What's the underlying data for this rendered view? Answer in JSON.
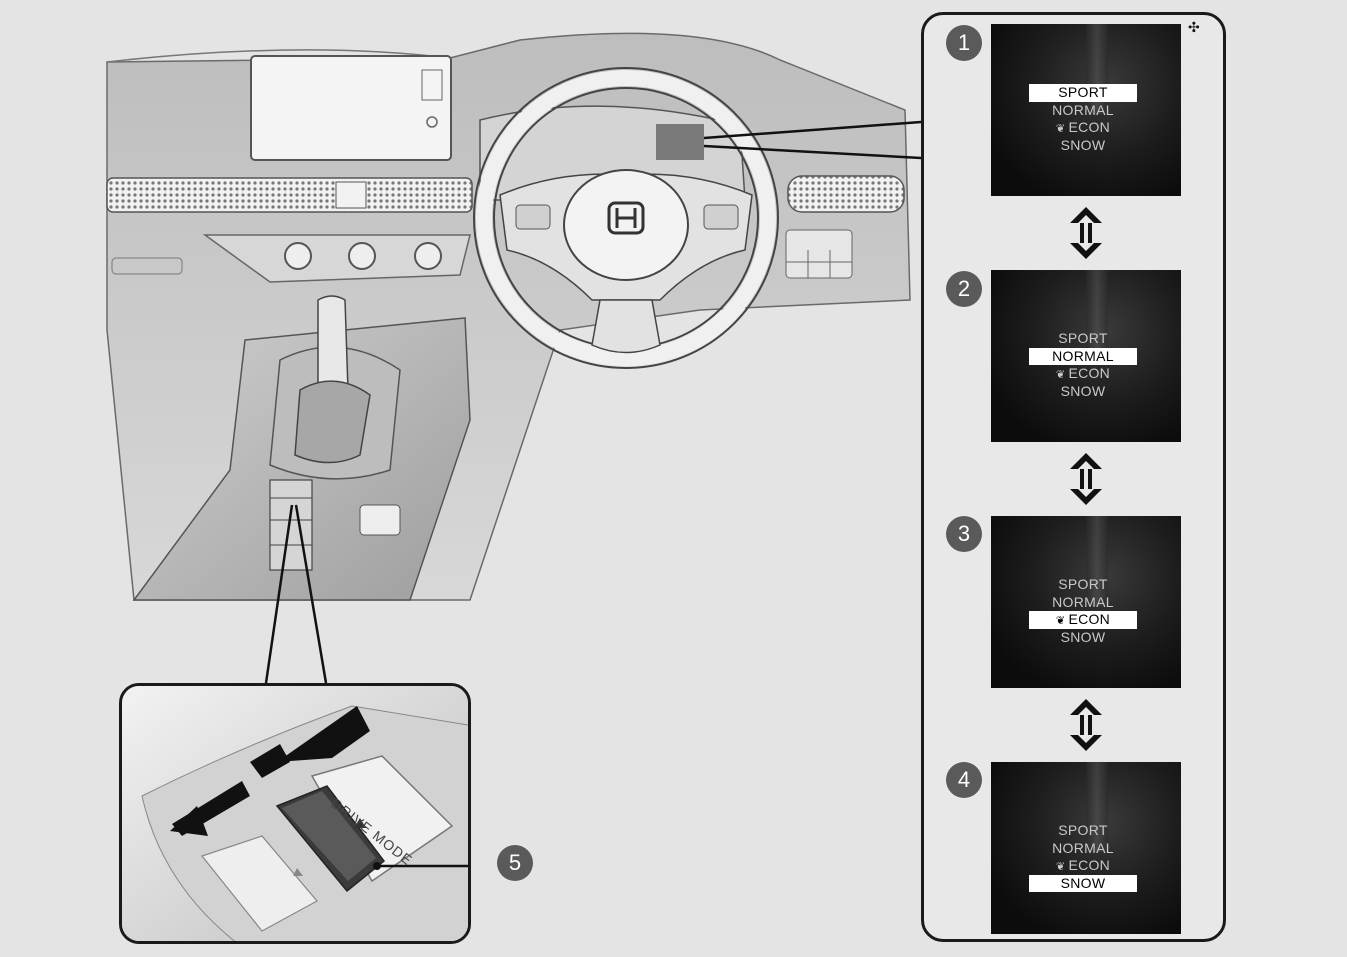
{
  "drive_modes": [
    "SPORT",
    "NORMAL",
    "ECON",
    "SNOW"
  ],
  "screens": [
    {
      "number": "1",
      "selected": "SPORT"
    },
    {
      "number": "2",
      "selected": "NORMAL"
    },
    {
      "number": "3",
      "selected": "ECON"
    },
    {
      "number": "4",
      "selected": "SNOW"
    }
  ],
  "switch_label": "DRIVE MODE",
  "switch_callout_number": "5",
  "corner_mark": "✣",
  "icons": {
    "econ": "leaf-icon",
    "transition": "double-arrow-icon"
  },
  "colors": {
    "background": "#e4e4e4",
    "screen": "#111111",
    "badge": "#5a5a5a",
    "highlight": "#ffffff"
  }
}
